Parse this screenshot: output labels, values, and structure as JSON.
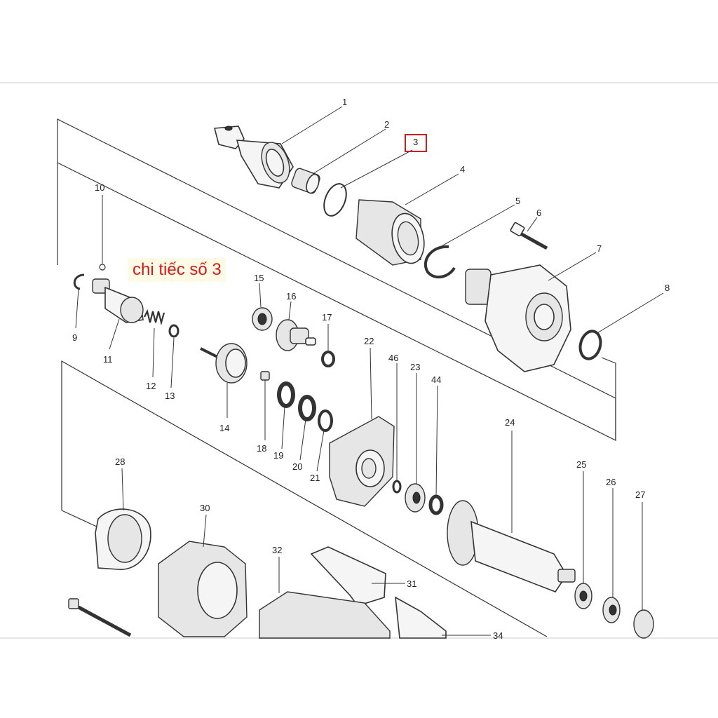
{
  "callout": {
    "text": "chi tiếc số 3",
    "highlight_color": "#d51a1a",
    "highlight_part": "3"
  },
  "parts": [
    "1",
    "2",
    "3",
    "4",
    "5",
    "6",
    "7",
    "8",
    "9",
    "10",
    "11",
    "12",
    "13",
    "14",
    "15",
    "16",
    "17",
    "18",
    "19",
    "20",
    "21",
    "22",
    "23",
    "24",
    "25",
    "26",
    "27",
    "28",
    "30",
    "31",
    "32",
    "34",
    "44",
    "46"
  ]
}
